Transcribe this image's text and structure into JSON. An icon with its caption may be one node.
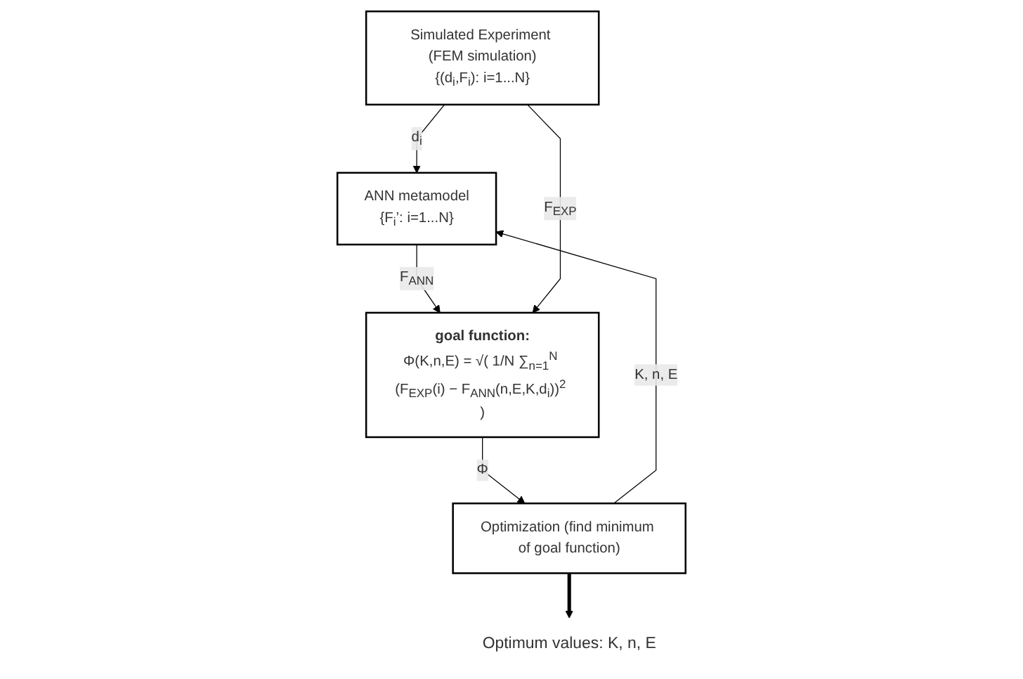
{
  "diagram": {
    "nodes": [
      {
        "text": [
          "ANN metamodel",
          "{F$_{i}$’: i=1...N}"
        ]
      },
      {
        "text": [
          "Simulated Experiment (FEM simulation)",
          "{(d$_{i}$,F$_{i}$): i=1...N}"
        ]
      },
      {
        "text": [
          "goal function:",
          "Φ(K,n,E) = √( 1/N ∑$_{n=1}$$^{N}$ (F$_{EXP}$(i) − F$_{ANN}$(n,E,K,d$_{i}$))$^{2}$ )"
        ]
      },
      {
        "text": [
          "Optimization (find minimum of goal function)"
        ]
      },
      {
        "text": [
          "Optimum values: K, n, E"
        ]
      }
    ],
    "edges": [
      {
        "from": 1,
        "to": 0,
        "arrow": "to",
        "label": "d$_{i}$"
      },
      {
        "from": 0,
        "to": 2,
        "arrow": "to",
        "label": "F$_{ANN}$"
      },
      {
        "from": 1,
        "to": 2,
        "arrow": "to",
        "label": "F$_{EXP}$"
      },
      {
        "from": 2,
        "to": 3,
        "arrow": "to",
        "label": "Φ"
      },
      {
        "from": 3,
        "to": 0,
        "arrow": "to",
        "label": "K, n, E"
      },
      {
        "from": 3,
        "to": 4,
        "arrow": "to",
        "style": "thick"
      }
    ]
  }
}
